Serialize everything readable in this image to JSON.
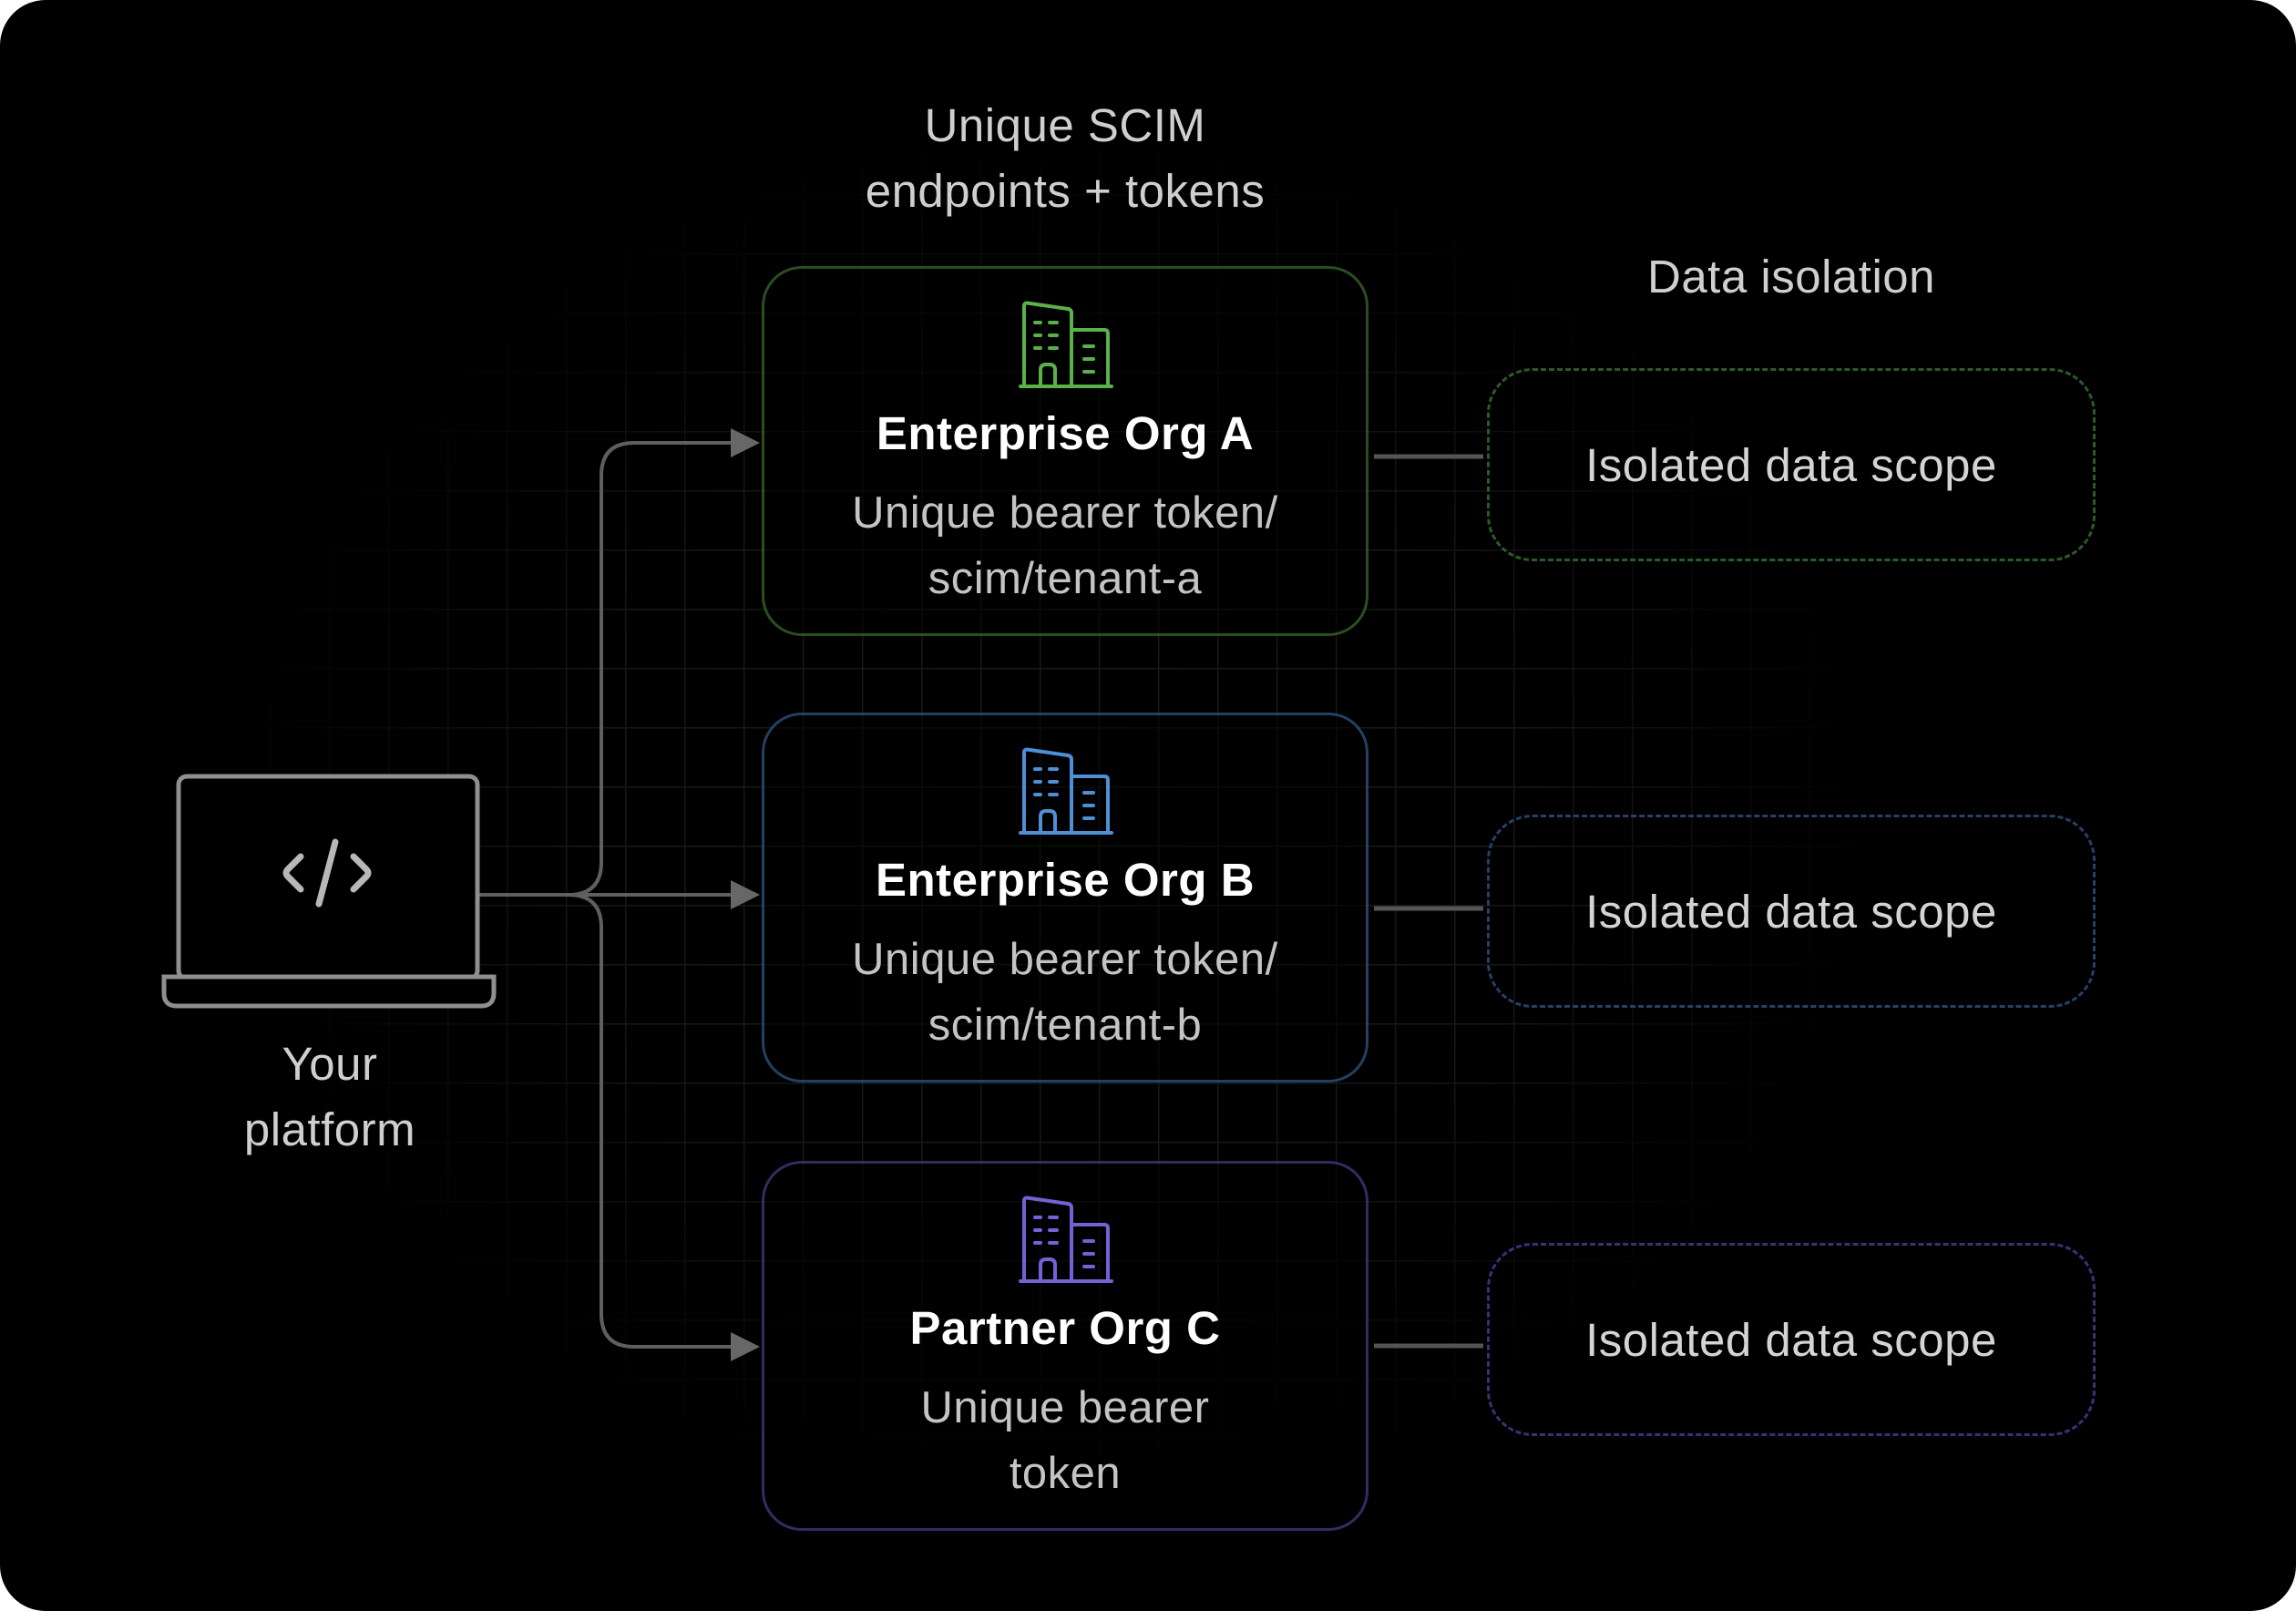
{
  "header": {
    "endpoints_line1": "Unique SCIM",
    "endpoints_line2": "endpoints + tokens",
    "isolation_title": "Data isolation"
  },
  "platform": {
    "line1": "Your",
    "line2": "platform",
    "icon": "code-icon",
    "device_icon": "laptop-icon"
  },
  "orgs": [
    {
      "title": "Enterprise Org A",
      "line1": "Unique bearer token/",
      "line2": "scim/tenant-a",
      "color": "#5ab04a",
      "icon": "building-icon"
    },
    {
      "title": "Enterprise Org B",
      "line1": "Unique bearer token/",
      "line2": "scim/tenant-b",
      "color": "#4e8fd6",
      "icon": "building-icon"
    },
    {
      "title": "Partner Org C",
      "line1": "Unique bearer",
      "line2": "token",
      "color": "#7560d6",
      "icon": "building-icon"
    }
  ],
  "scopes": [
    {
      "label": "Isolated data scope",
      "color": "#2c5a2a"
    },
    {
      "label": "Isolated data scope",
      "color": "#283f66"
    },
    {
      "label": "Isolated data scope",
      "color": "#35337a"
    }
  ],
  "colors": {
    "background": "#000000",
    "wire": "#5f5f5f",
    "grid": "#1a1a1a"
  }
}
